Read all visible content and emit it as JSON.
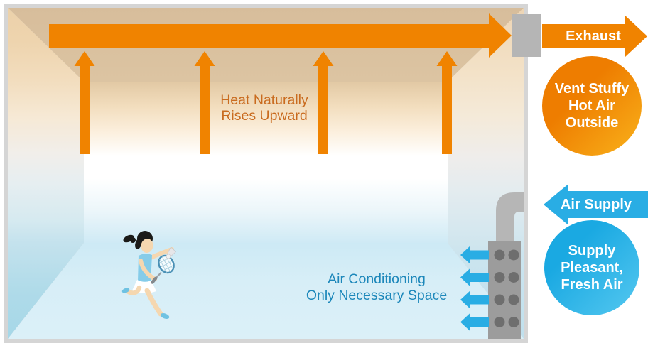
{
  "room": {
    "heat_label": {
      "line1": "Heat Naturally",
      "line2": "Rises Upward"
    },
    "aircond_label": {
      "line1": "Air Conditioning",
      "line2": "Only Necessary Space"
    }
  },
  "exhaust": {
    "arrow_label": "Exhaust",
    "badge": {
      "line1": "Vent Stuffy",
      "line2": "Hot Air",
      "line3": "Outside"
    }
  },
  "air_supply": {
    "arrow_label": "Air Supply",
    "badge": {
      "line1": "Supply",
      "line2": "Pleasant,",
      "line3": "Fresh Air"
    }
  },
  "colors": {
    "orange_arrow": "#f08300",
    "blue_arrow": "#29ade4",
    "heat_text": "#c96b1f",
    "aircond_text": "#1c87ba",
    "exhaust_badge_gradient_start": "#ee7d00",
    "exhaust_badge_gradient_end": "#f9b21b",
    "supply_badge_gradient_start": "#1aa9e2",
    "supply_badge_gradient_end": "#55c8f0",
    "duct_gray": "#9c9c9c",
    "frame_gray": "#d5d5d5",
    "vent_gray": "#b5b5b5"
  }
}
